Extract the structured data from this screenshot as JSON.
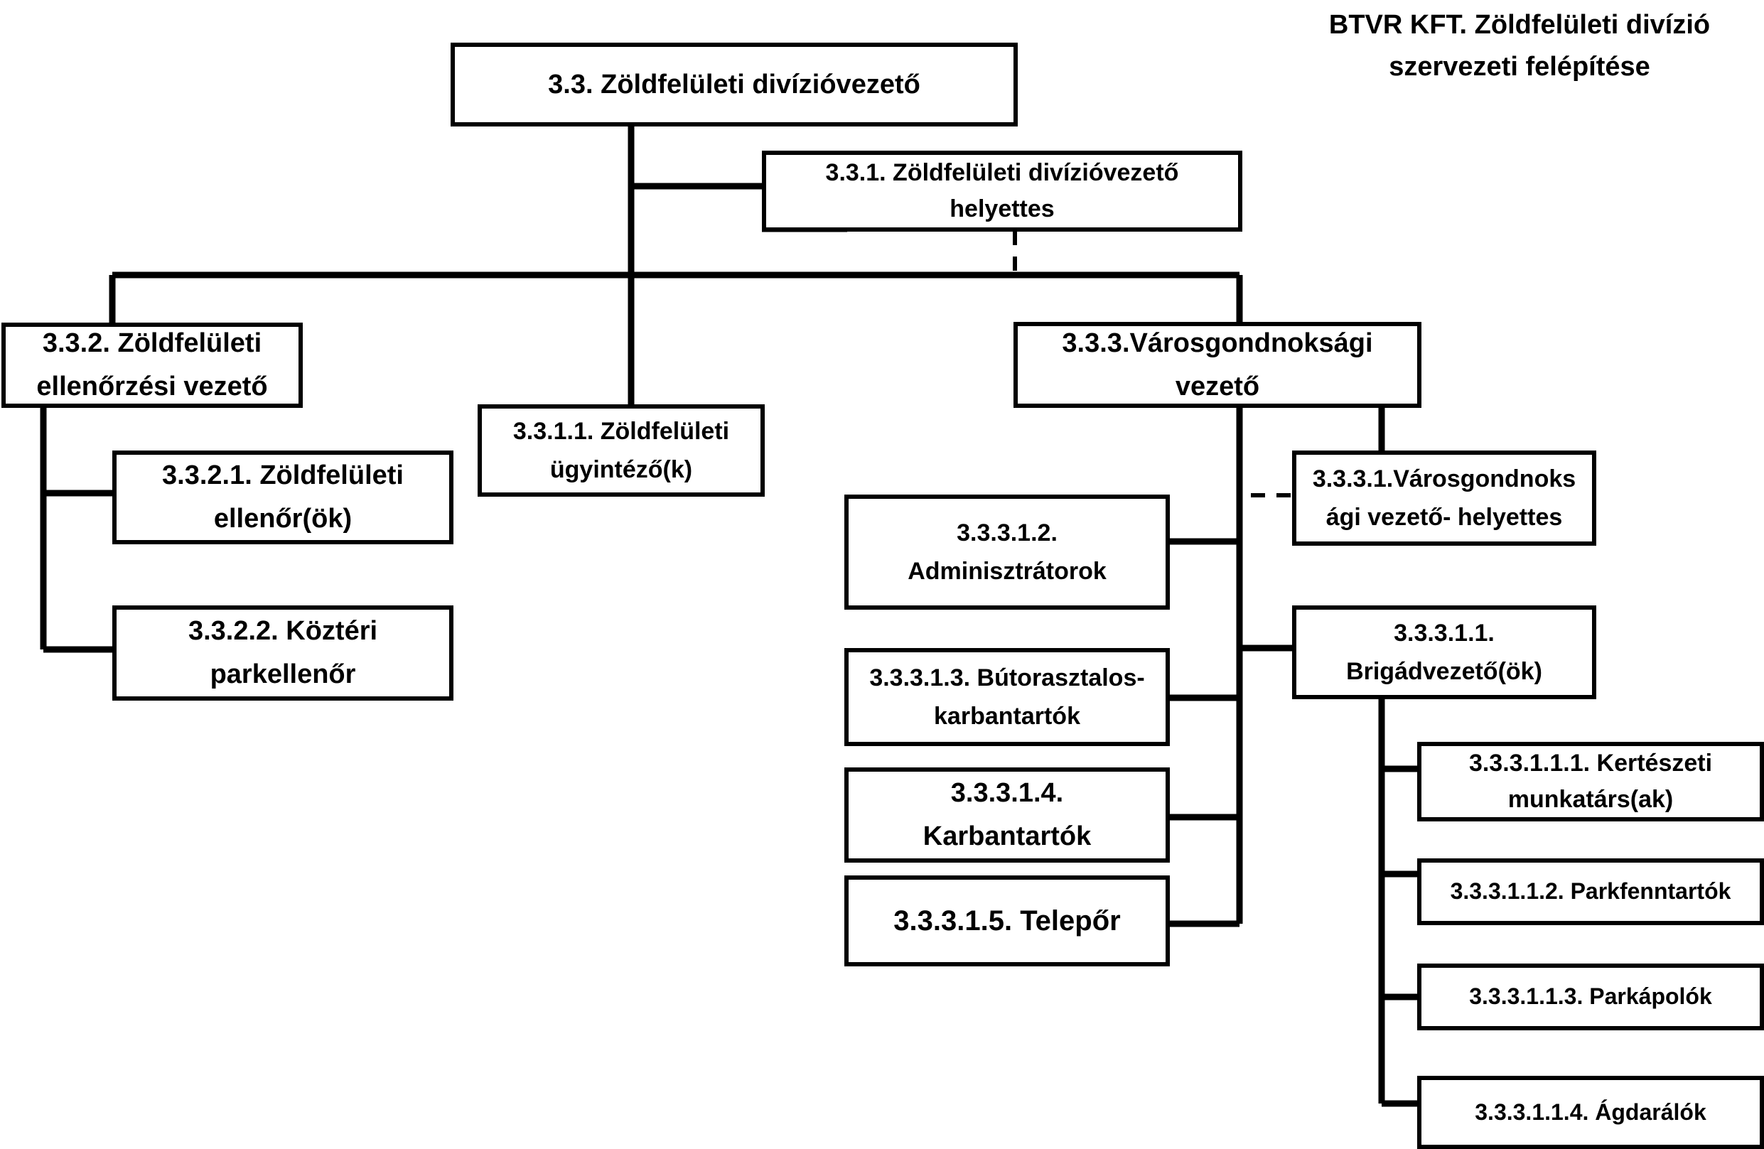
{
  "title": "BTVR KFT. Zöldfelületi divízió\nszervezeti felépítése",
  "nodes": {
    "n33": "3.3. Zöldfelületi divízióvezető",
    "n331": "3.3.1. Zöldfelületi divízióvezető\nhelyettes",
    "n332": "3.3.2. Zöldfelületi\nellenőrzési vezető",
    "n3311": "3.3.1.1. Zöldfelületi\nügyintéző(k)",
    "n333": "3.3.3.Városgondnoksági\nvezető",
    "n3321": "3.3.2.1. Zöldfelületi\nellenőr(ök)",
    "n3322": "3.3.2.2. Köztéri\nparkellenőr",
    "n3331": "3.3.3.1.Városgondnoks\nági vezető- helyettes",
    "n33312": "3.3.3.1.2.\nAdminisztrátorok",
    "n33311": "3.3.3.1.1.\nBrigádvezető(ök)",
    "n33313": "3.3.3.1.3. Bútorasztalos-\nkarbantartók",
    "n33314": "3.3.3.1.4.\nKarbantartók",
    "n33315": "3.3.3.1.5. Telepőr",
    "n333111": "3.3.3.1.1.1. Kertészeti\nmunkatárs(ak)",
    "n333112": "3.3.3.1.1.2. Parkfenntartók",
    "n333113": "3.3.3.1.1.3. Parkápolók",
    "n333114": "3.3.3.1.1.4. Ágdarálók"
  }
}
